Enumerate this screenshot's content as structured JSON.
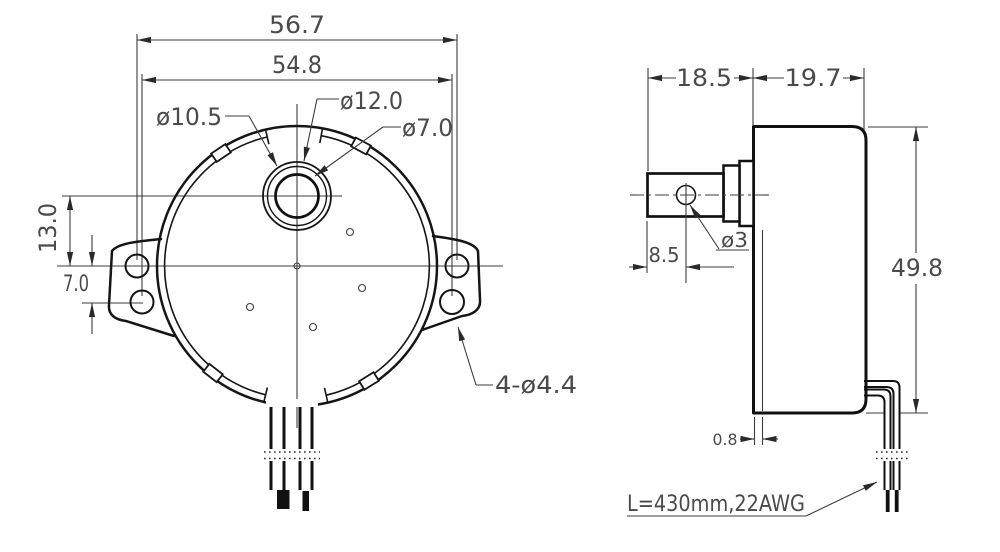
{
  "drawing": {
    "front_view": {
      "dim_overall_width": "56.7",
      "dim_mount_hole_span": "54.8",
      "dim_shaft_offset": "13.0",
      "dim_lower_hole_offset": "7.0",
      "label_bushing_dia": "ø10.5",
      "label_boss_dia": "ø12.0",
      "label_shaft_dia": "ø7.0",
      "label_mount_holes": "4-ø4.4"
    },
    "side_view": {
      "dim_shaft_extension": "18.5",
      "dim_body_depth": "19.7",
      "dim_hole_from_end": "8.5",
      "label_cross_hole_dia": "ø3",
      "dim_body_height": "49.8",
      "dim_plate_thickness": "0.8"
    },
    "wire_note": "L=430mm,22AWG",
    "colors": {
      "outline": "#111111",
      "dimension_lines": "#3c3c3c",
      "text": "#4a4a4a",
      "background": "#ffffff"
    }
  }
}
